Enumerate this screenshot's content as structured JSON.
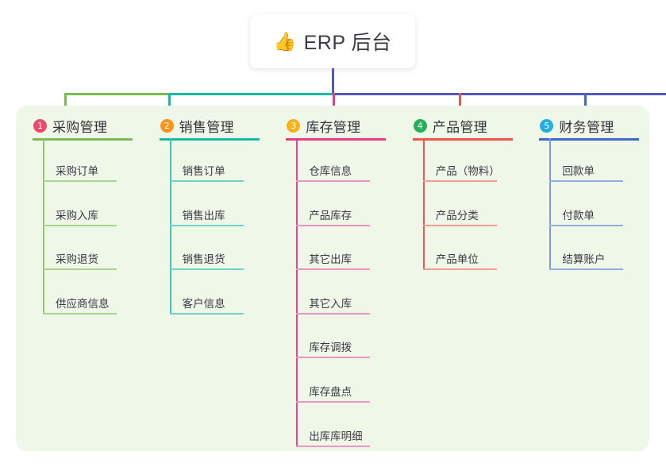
{
  "root": {
    "emoji": "👍",
    "emoji_name": "thumbs-up-icon",
    "label": "ERP 后台"
  },
  "colors": {
    "panel_background": "#eff7e9",
    "page_background": "#ffffff",
    "root_stem": "#5158b8",
    "bus_green": "#7cbb4f",
    "bus_teal": "#15bba2",
    "bus_purple": "#5158b8"
  },
  "columns": [
    {
      "index": "1",
      "title": "采购管理",
      "badge_color": "#ef4868",
      "rule_color": "#7cbb4f",
      "trunk_color": "#8cc96a",
      "leaf_rule_color": "#a9d48f",
      "items": [
        {
          "label": "采购订单"
        },
        {
          "label": "采购入库"
        },
        {
          "label": "采购退货"
        },
        {
          "label": "供应商信息"
        }
      ]
    },
    {
      "index": "2",
      "title": "销售管理",
      "badge_color": "#f7941e",
      "rule_color": "#15bba2",
      "trunk_color": "#3dc7b2",
      "leaf_rule_color": "#6ed3c4",
      "items": [
        {
          "label": "销售订单"
        },
        {
          "label": "销售出库"
        },
        {
          "label": "销售退货"
        },
        {
          "label": "客户信息"
        }
      ]
    },
    {
      "index": "3",
      "title": "库存管理",
      "badge_color": "#f6b21b",
      "rule_color": "#eb3a86",
      "trunk_color": "#e5409a",
      "leaf_rule_color": "#f193c0",
      "items": [
        {
          "label": "仓库信息"
        },
        {
          "label": "产品库存"
        },
        {
          "label": "其它出库"
        },
        {
          "label": "其它入库"
        },
        {
          "label": "库存调拨"
        },
        {
          "label": "库存盘点"
        },
        {
          "label": "出库库明细"
        }
      ]
    },
    {
      "index": "4",
      "title": "产品管理",
      "badge_color": "#23b159",
      "rule_color": "#f4534a",
      "trunk_color": "#f4534a",
      "leaf_rule_color": "#f79b93",
      "items": [
        {
          "label": "产品（物料）"
        },
        {
          "label": "产品分类"
        },
        {
          "label": "产品单位"
        }
      ]
    },
    {
      "index": "5",
      "title": "财务管理",
      "badge_color": "#22aee0",
      "rule_color": "#4169c9",
      "trunk_color": "#7b9adc",
      "leaf_rule_color": "#93aee3",
      "items": [
        {
          "label": "回款单"
        },
        {
          "label": "付款单"
        },
        {
          "label": "结算账户"
        }
      ]
    }
  ]
}
